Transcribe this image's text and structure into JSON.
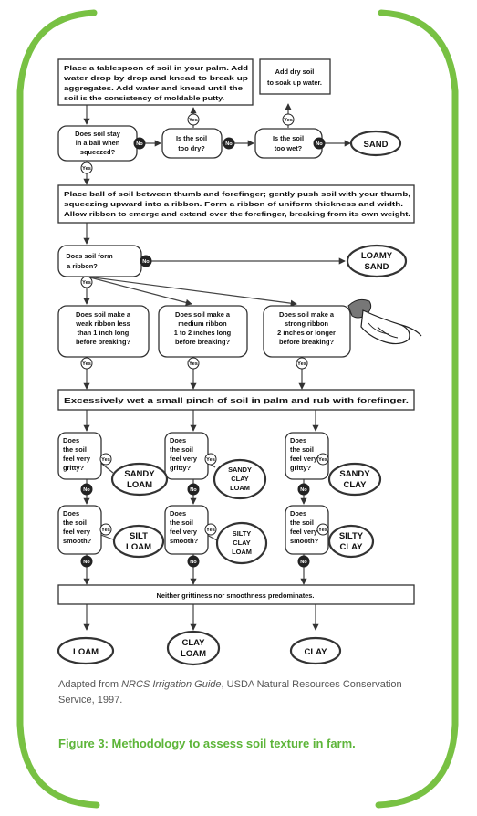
{
  "frame": {
    "accent_color": "#78c143"
  },
  "flowchart": {
    "start_box": "Place a tablespoon of soil in your palm. Add water drop by drop and knead to break up aggregates. Add water and knead until the soil is the consistency of moldable putty.",
    "add_dry_soil": "Add dry soil to soak up water.",
    "q_ball": "Does soil stay in a ball when squeezed?",
    "q_too_dry": "Is the soil too dry?",
    "q_too_wet": "Is the soil too wet?",
    "ribbon_instructions": "Place ball of soil between thumb and forefinger; gently push soil with your thumb, squeezing upward into a ribbon. Form a ribbon of uniform thickness and width. Allow ribbon to emerge and extend over the forefinger, breaking from its own weight.",
    "q_ribbon": "Does soil form a ribbon?",
    "q_weak": "Does soil make a weak ribbon less than 1 inch long before breaking?",
    "q_medium": "Does soil make a medium ribbon 1 to 2 inches long before breaking?",
    "q_strong": "Does soil make a strong ribbon 2 inches or longer before breaking?",
    "wet_instructions": "Excessively wet a small pinch of soil in palm and rub with forefinger.",
    "q_gritty": "Does the soil feel very gritty?",
    "q_smooth": "Does the soil feel very smooth?",
    "neither": "Neither grittiness nor smoothness predominates.",
    "yes": "Yes",
    "no": "No",
    "results": {
      "sand": "SAND",
      "loamy_sand": "LOAMY SAND",
      "sandy_loam": "SANDY LOAM",
      "sandy_clay_loam": "SANDY CLAY LOAM",
      "sandy_clay": "SANDY CLAY",
      "silt_loam": "SILT LOAM",
      "silty_clay_loam": "SILTY CLAY LOAM",
      "silty_clay": "SILTY CLAY",
      "loam": "LOAM",
      "clay_loam": "CLAY LOAM",
      "clay": "CLAY"
    }
  },
  "source": {
    "prefix": "Adapted from",
    "title": "NRCS Irrigation Guide",
    "suffix": ", USDA Natural Resources Conservation Service, 1997."
  },
  "caption": "Figure 3: Methodology to assess soil texture in farm."
}
